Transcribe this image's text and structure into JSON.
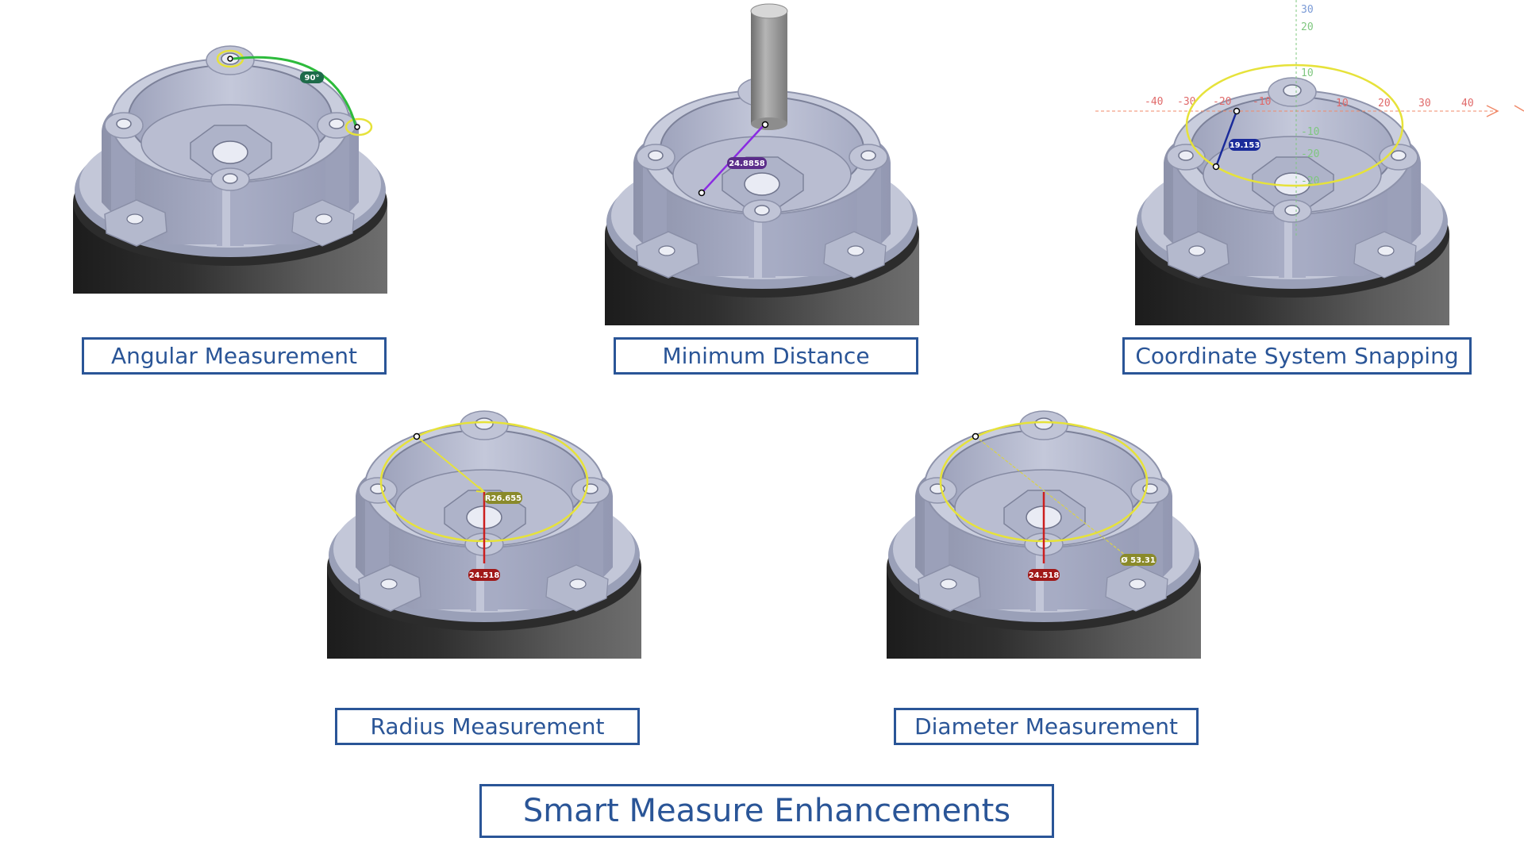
{
  "title": "Smart Measure Enhancements",
  "captions": {
    "angular": "Angular Measurement",
    "minimum": "Minimum Distance",
    "coordinate": "Coordinate System Snapping",
    "radius": "Radius Measurement",
    "diameter": "Diameter Measurement"
  },
  "values": {
    "angle": "90°",
    "min_distance": "24.8858",
    "coord_distance": "19.153",
    "radius": "R26.655",
    "radius_depth": "24.518",
    "diameter": "Ø 53.31",
    "diameter_depth": "24.518"
  },
  "axis": {
    "x_ticks": [
      "-40",
      "-30",
      "-20",
      "-10",
      "10",
      "20",
      "30",
      "40"
    ],
    "y_ticks": [
      "30",
      "20",
      "10",
      "-10",
      "-20",
      "-20"
    ]
  },
  "colors": {
    "caption_border": "#2a5597",
    "part_body": "#b8bdd2",
    "base_dark": "#3a3a3a",
    "highlight_yellow": "#e6e23a",
    "angle_green": "#2dbb3c",
    "distance_purple": "#8a2be2",
    "radius_red": "#cc1f1f"
  }
}
